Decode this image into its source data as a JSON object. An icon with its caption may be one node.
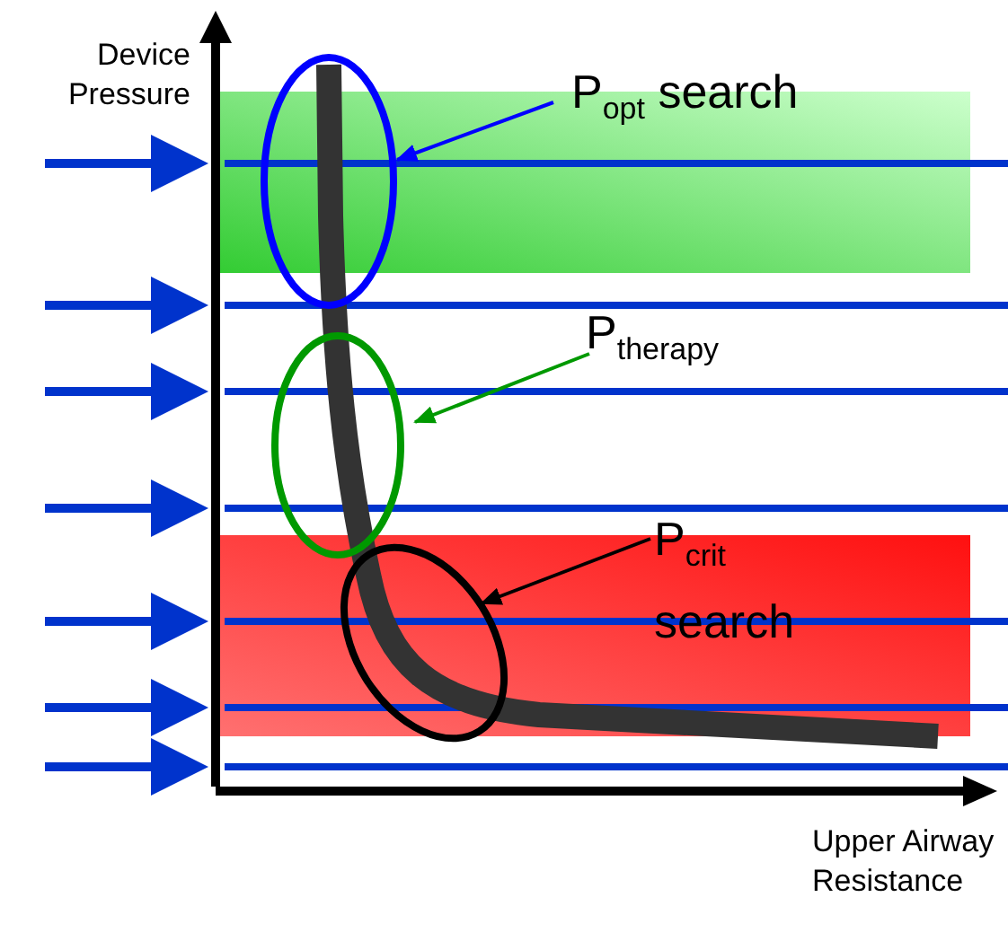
{
  "diagram": {
    "nodes": [
      {
        "text": [
          "P$_{opt}$ search"
        ]
      },
      {
        "text": [],
        "shape": "circle"
      },
      {
        "text": [
          "P$_{therapy}$"
        ]
      },
      {
        "text": [],
        "shape": "circle"
      },
      {
        "text": [
          "P$_{crit}$ search"
        ]
      },
      {
        "text": [],
        "shape": "circle"
      }
    ],
    "edges": [
      {
        "from": 0,
        "to": 1,
        "arrow": "to",
        "color": "#0000ff"
      },
      {
        "from": 2,
        "to": 3,
        "arrow": "to",
        "color": "#009900"
      },
      {
        "from": 4,
        "to": 5,
        "arrow": "to",
        "color": "#000000"
      }
    ],
    "labels": [
      "Device Pressure",
      "Upper Airway Resistance"
    ]
  }
}
